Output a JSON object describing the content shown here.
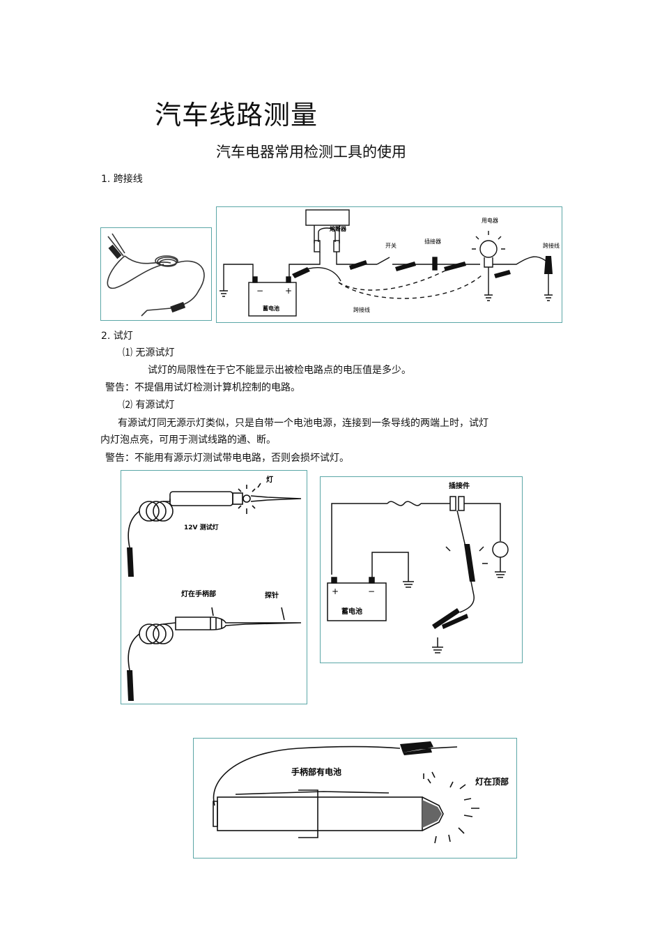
{
  "doc": {
    "title": "汽车线路测量",
    "subtitle": "汽车电器常用检测工具的使用"
  },
  "sections": {
    "s1_heading": "1.  跨接线",
    "s2_heading": "2.  试灯",
    "s2_1_heading": "⑴  无源试灯",
    "s2_1_text": "试灯的局限性在于它不能显示出被检电路点的电压值是多少。",
    "s2_1_warning": "警告：不提倡用试灯检测计算机控制的电路。",
    "s2_2_heading": "⑵  有源试灯",
    "s2_2_text_line1": "有源试灯同无源示灯类似，只是自带一个电池电源，连接到一条导线的两端上时，试灯",
    "s2_2_text_line2": "内灯泡点亮，可用于测试线路的通、断。",
    "s2_2_warning": "警告：不能用有源示灯测试带电电路，否则会损坏试灯。"
  },
  "fig1": {
    "fuse": "熔断器",
    "switch": "开关",
    "connector": "插接器",
    "load": "用电器",
    "jumper_right": "跨接线",
    "battery": "蓄电池",
    "jumper_bottom": "跨接线",
    "minus": "−",
    "plus": "+"
  },
  "fig2": {
    "lamp": "灯",
    "test_lamp": "12V 测试灯",
    "handle_lamp": "灯在手柄部",
    "probe": "探针"
  },
  "fig3": {
    "connector": "插接件",
    "battery": "蓄电池",
    "plus": "+",
    "minus": "−"
  },
  "fig4": {
    "battery_in_handle": "手柄部有电池",
    "lamp_on_top": "灯在顶部"
  }
}
